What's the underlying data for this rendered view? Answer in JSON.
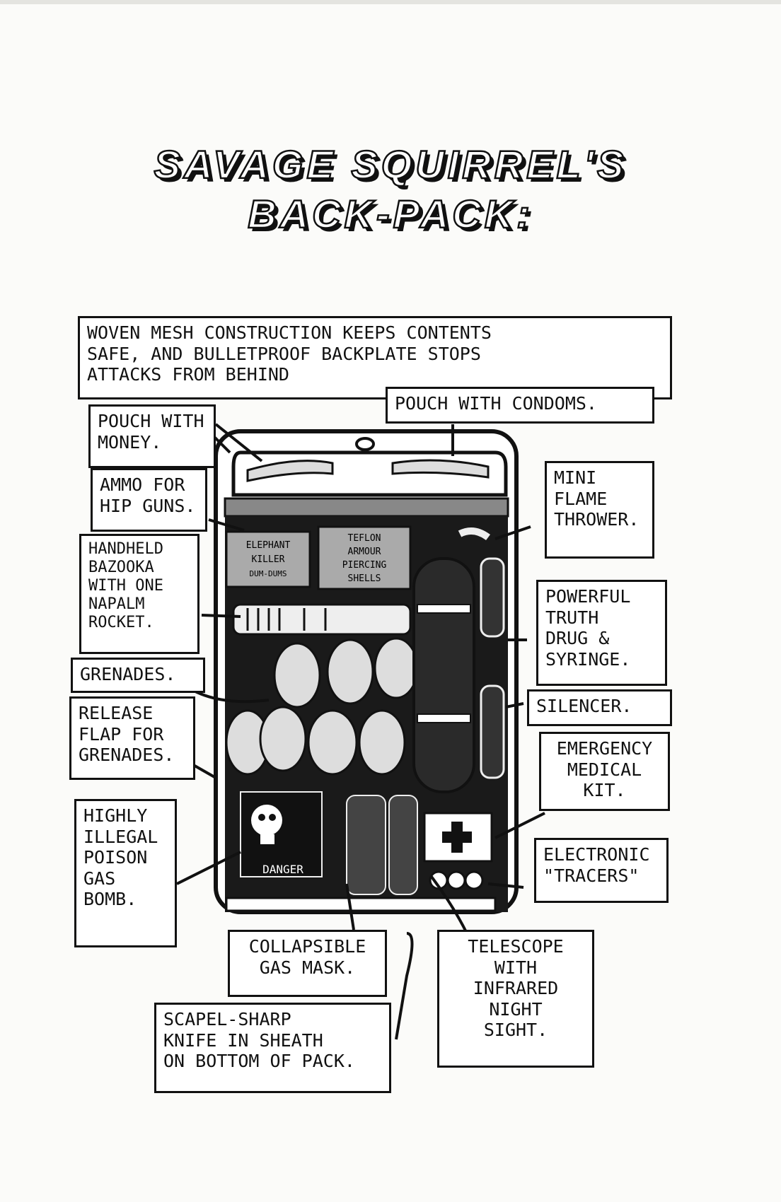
{
  "title": {
    "line1": "SAVAGE SQUIRREL'S",
    "line2": "BACK-PACK:"
  },
  "labels": {
    "woven_mesh": [
      "WOVEN MESH CONSTRUCTION KEEPS CONTENTS",
      "SAFE, AND BULLETPROOF BACKPLATE STOPS",
      "ATTACKS FROM BEHIND"
    ],
    "pouch_condoms": "POUCH WITH CONDOMS.",
    "pouch_money": [
      "POUCH WITH",
      "MONEY."
    ],
    "ammo_hip_guns": [
      "AMMO FOR",
      "HIP GUNS."
    ],
    "bazooka": [
      "HANDHELD",
      "BAZOOKA",
      "WITH ONE",
      "NAPALM",
      "ROCKET."
    ],
    "grenades": "GRENADES.",
    "release_flap": [
      "RELEASE",
      "FLAP FOR",
      "GRENADES."
    ],
    "poison_gas": [
      "HIGHLY",
      "ILLEGAL",
      "POISON",
      "GAS",
      "BOMB."
    ],
    "gas_mask": [
      "COLLAPSIBLE",
      "GAS MASK."
    ],
    "knife": [
      "SCAPEL-SHARP",
      "KNIFE IN SHEATH",
      "ON BOTTOM OF PACK."
    ],
    "telescope": [
      "TELESCOPE",
      "WITH",
      "INFRARED",
      "NIGHT",
      "SIGHT."
    ],
    "tracers": [
      "ELECTRONIC",
      "\"TRACERS\""
    ],
    "medical_kit": [
      "EMERGENCY",
      "MEDICAL",
      "KIT."
    ],
    "silencer": "SILENCER.",
    "truth_drug": [
      "POWERFUL",
      "TRUTH",
      "DRUG &",
      "SYRINGE."
    ],
    "flame_thrower": [
      "MINI",
      "FLAME",
      "THROWER."
    ]
  },
  "box_text": {
    "elephant": [
      "ELEPHANT",
      "KILLER",
      "DUM-DUMS"
    ],
    "teflon": [
      "TEFLON",
      "ARMOUR",
      "PIERCING",
      "SHELLS"
    ],
    "danger": "DANGER"
  }
}
